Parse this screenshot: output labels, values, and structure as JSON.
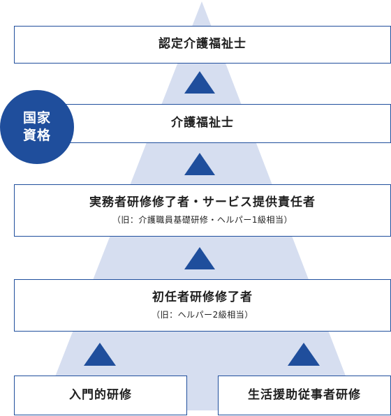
{
  "colors": {
    "accent": "#1f4e9c",
    "pyramid": "#d6def0",
    "arrow": "#1f4e9c"
  },
  "national_badge": {
    "line1": "国家",
    "line2": "資格"
  },
  "levels": {
    "certified_care_worker": {
      "title": "認定介護福祉士"
    },
    "care_worker": {
      "title": "介護福祉士"
    },
    "practitioner": {
      "title": "実務者研修修了者・サービス提供責任者",
      "note": "（旧：介護職員基礎研修・ヘルパー1級相当）"
    },
    "initial": {
      "title": "初任者研修修了者",
      "note": "（旧：ヘルパー2級相当）"
    },
    "intro": {
      "title": "入門的研修"
    },
    "life_support": {
      "title": "生活援助従事者研修"
    }
  }
}
